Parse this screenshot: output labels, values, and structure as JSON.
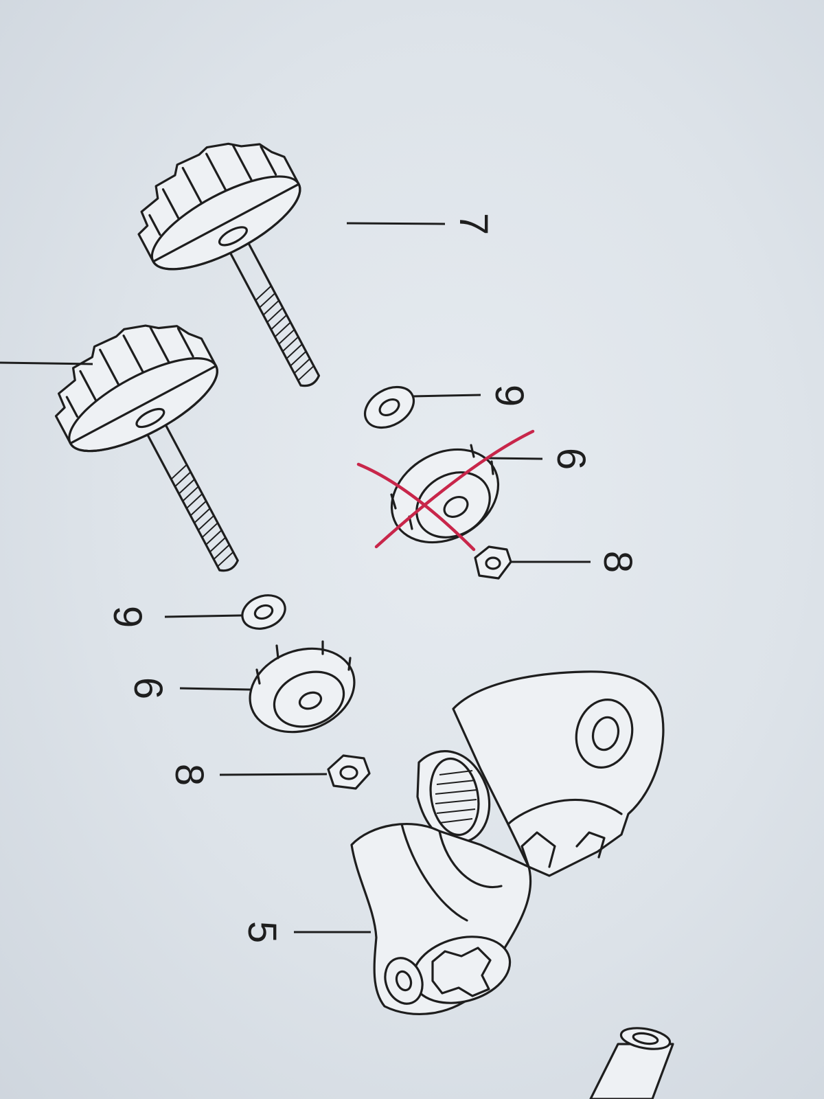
{
  "callouts": {
    "knob_top": "7",
    "washer_right": "9",
    "adjuster_right": "6",
    "nut_right": "8",
    "washer_left": "9",
    "adjuster_left": "6",
    "nut_left": "8",
    "bracket": "5"
  },
  "colors": {
    "paper": "#dde3e9",
    "ink": "#1e1e1e",
    "pen_mark": "#c8264a"
  }
}
